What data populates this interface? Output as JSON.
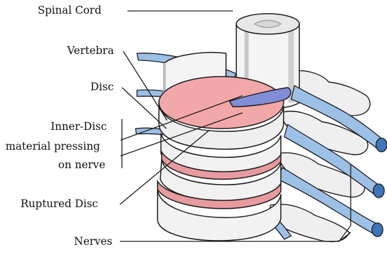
{
  "labels": {
    "spinal_cord": "Spinal Cord",
    "vertebra": "Vertebra",
    "disc": "Disc",
    "inner_disc_line1": "Inner-Disc",
    "inner_disc_line2": "material pressing",
    "inner_disc_line3": "on nerve",
    "ruptured_disc": "Ruptured Disc",
    "nerves": "Nerves"
  },
  "colors": {
    "disc_top": "#f2a7a8",
    "disc_ring": "#e79b9e",
    "bone": "#f1f1f1",
    "bone_shade": "#c9c9c9",
    "nerve": "#9cc0e6",
    "nerve_tip": "#3f73b8",
    "herniation": "#7f8ed6",
    "outline": "#1a1a1a"
  }
}
